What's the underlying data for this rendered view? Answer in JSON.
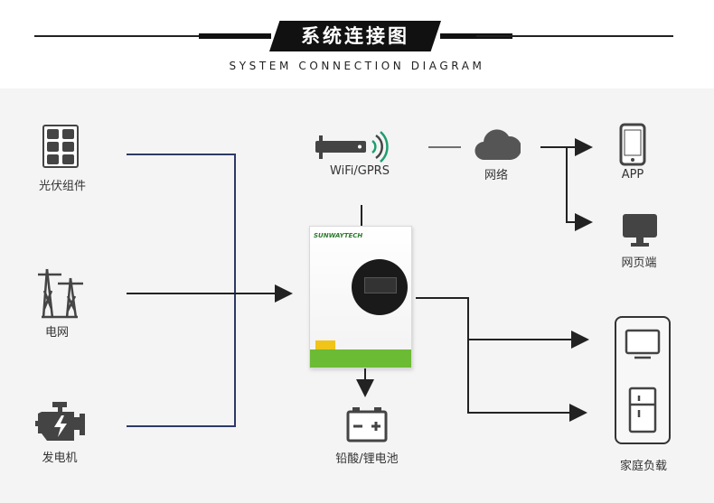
{
  "header": {
    "title": "系统连接图",
    "subtitle": "SYSTEM CONNECTION DIAGRAM"
  },
  "nodes": {
    "solar": {
      "label": "光伏组件",
      "icon": "solar-panel-icon"
    },
    "grid": {
      "label": "电网",
      "icon": "power-tower-icon"
    },
    "generator": {
      "label": "发电机",
      "icon": "engine-icon"
    },
    "wifi": {
      "label": "WiFi/GPRS",
      "icon": "wifi-module-icon"
    },
    "network": {
      "label": "网络",
      "icon": "cloud-icon"
    },
    "app": {
      "label": "APP",
      "icon": "smartphone-icon"
    },
    "web": {
      "label": "网页端",
      "icon": "monitor-icon"
    },
    "battery": {
      "label": "铅酸/锂电池",
      "icon": "battery-icon"
    },
    "home": {
      "label": "家庭负载",
      "icon": "home-appliances-icon"
    },
    "inverter": {
      "brand": "SUNWAYTECH",
      "icon": "inverter-icon"
    }
  },
  "colors": {
    "input_wire": "#2d3a66",
    "output_wire": "#222222",
    "inverter_green": "#6cbb34",
    "background": "#f4f4f4"
  }
}
